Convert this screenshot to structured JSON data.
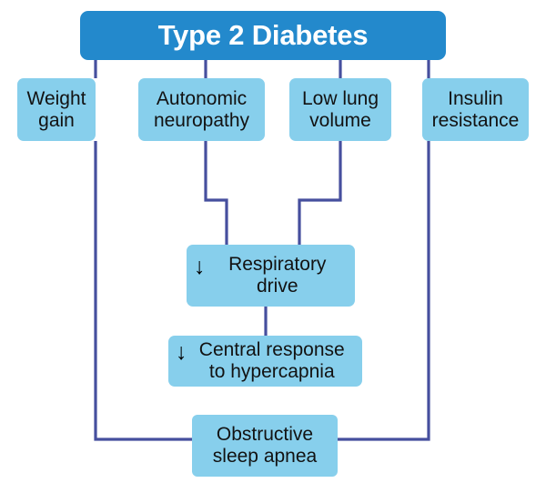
{
  "diagram": {
    "title": "Type 2 Diabetes",
    "type": "flowchart",
    "colors": {
      "root_fill": "#2389CC",
      "root_text": "#FFFFFF",
      "node_fill": "#87CFEC",
      "node_text": "#121212",
      "connector": "#464F9E",
      "background": "#FFFFFF"
    },
    "root": {
      "id": "type-2-diabetes",
      "label": "Type 2 Diabetes"
    },
    "factors": [
      {
        "id": "weight-gain",
        "label": "Weight\ngain"
      },
      {
        "id": "autonomic-neuropathy",
        "label": "Autonomic\nneuropathy"
      },
      {
        "id": "low-lung-volume",
        "label": "Low lung\nvolume"
      },
      {
        "id": "insulin-resistance",
        "label": "Insulin\nresistance"
      }
    ],
    "effects": [
      {
        "id": "respiratory-drive",
        "arrow": "↓",
        "arrow_name": "down-arrow-decrease",
        "label": "Respiratory\ndrive"
      },
      {
        "id": "central-response-hypercapnia",
        "arrow": "↓",
        "arrow_name": "down-arrow-decrease",
        "label": "Central response\nto hypercapnia"
      }
    ],
    "outcome": {
      "id": "obstructive-sleep-apnea",
      "label": "Obstructive\nsleep apnea"
    },
    "edges": [
      {
        "from": "type-2-diabetes",
        "to": "weight-gain"
      },
      {
        "from": "type-2-diabetes",
        "to": "autonomic-neuropathy"
      },
      {
        "from": "type-2-diabetes",
        "to": "low-lung-volume"
      },
      {
        "from": "type-2-diabetes",
        "to": "insulin-resistance"
      },
      {
        "from": "autonomic-neuropathy",
        "to": "respiratory-drive"
      },
      {
        "from": "low-lung-volume",
        "to": "respiratory-drive"
      },
      {
        "from": "respiratory-drive",
        "to": "central-response-hypercapnia"
      },
      {
        "from": "weight-gain",
        "to": "obstructive-sleep-apnea"
      },
      {
        "from": "insulin-resistance",
        "to": "obstructive-sleep-apnea"
      }
    ]
  }
}
